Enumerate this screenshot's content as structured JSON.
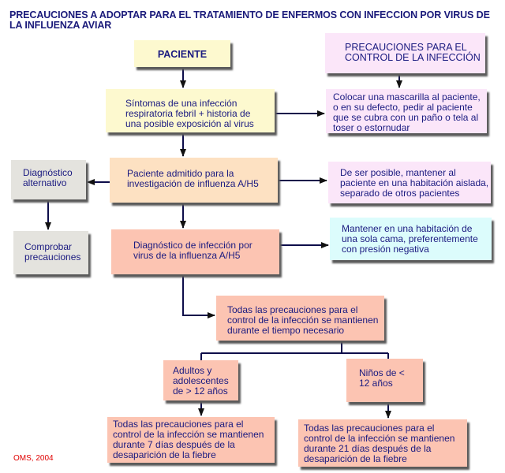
{
  "title": "PRECAUCIONES A ADOPTAR PARA EL TRATAMIENTO DE ENFERMOS CON INFECCION POR VIRUS DE LA INFLUENZA AVIAR",
  "nodes": {
    "paciente": "PACIENTE",
    "sintomas": "Síntomas de una infección\nrespiratoria febril + historia de\nuna posible exposición al virus",
    "admitido": "Paciente admitido para la\ninvestigación de influenza A/H5",
    "diagnostico": "Diagnóstico de infección por\nvirus de la influenza A/H5",
    "diag_alternativo": "Diagnóstico\nalternativo",
    "comprobar": "Comprobar\nprecauciones",
    "precauciones_header": "PRECAUCIONES PARA EL\nCONTROL DE LA INFECCIÓN",
    "mascarilla": "Colocar una mascarilla al paciente,\no en su defecto, pedir al paciente\nque se cubra con un paño o tela al\ntoser o estornudar",
    "aislada": "De ser posible, mantener al\npaciente en una habitación aislada,\nseparado de otros pacientes",
    "presion_negativa": "Mantener en una habitación de\nuna sola cama, preferentemente\ncon presión negativa",
    "todas_tiempo": "Todas las precauciones para el\ncontrol de la infección se mantienen\ndurante el tiempo necesario",
    "adultos": "Adultos y\nadolescentes\nde > 12 años",
    "ninos": "Niños de <\n12 años",
    "todas_7": "Todas las precauciones para el\ncontrol de la infección se mantienen\ndurante 7 días después de la\ndesaparición de la fiebre",
    "todas_21": "Todas las precauciones para el\ncontrol de la infección se mantienen\ndurante 21 días después de la\ndesaparición de la fiebre"
  },
  "colors": {
    "text": "#1a1a80",
    "line": "#0d0d4a",
    "yellow": "#fdf9cf",
    "pink": "#fbe6f9",
    "peach": "#fde1c2",
    "salmon": "#fcc4b2",
    "grey": "#e4e3de",
    "cyan": "#dcfcfc",
    "credit": "#e00000"
  },
  "credit": "OMS, 2004"
}
